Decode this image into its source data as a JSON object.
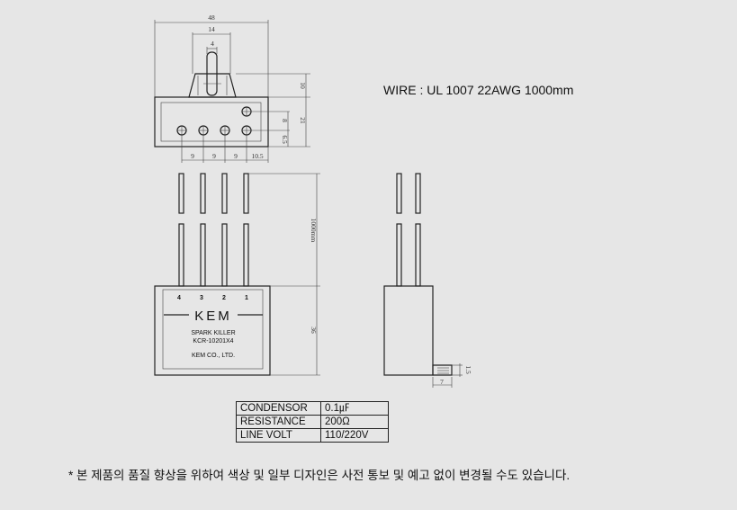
{
  "dimensions": {
    "top_width": "48",
    "tab_width": "14",
    "slot_width": "4",
    "tab_height": "10",
    "body_height": "21",
    "hole_row_offset": "8",
    "bottom_offset": "6.5",
    "pitch_1": "9",
    "pitch_2": "9",
    "pitch_3": "9",
    "pitch_4": "10.5",
    "wire_length": "1000mm",
    "case_height": "36",
    "lead_offset": "7",
    "tab_thickness": "1.5"
  },
  "wire_note": "WIRE : UL 1007 22AWG 1000mm",
  "device": {
    "pin_labels": [
      "4",
      "3",
      "2",
      "1"
    ],
    "brand": "KEM",
    "name_line_1": "SPARK KILLER",
    "name_line_2": "KCR-10201X4",
    "maker": "KEM CO., LTD."
  },
  "specs": [
    {
      "label": "CONDENSOR",
      "value": "0.1㎌"
    },
    {
      "label": "RESISTANCE",
      "value": "200Ω"
    },
    {
      "label": "LINE VOLT",
      "value": "110/220V"
    }
  ],
  "notice": "* 본 제품의 품질 향상을 위하여 색상 및 일부 디자인은 사전 통보 및 예고 없이 변경될 수도 있습니다."
}
